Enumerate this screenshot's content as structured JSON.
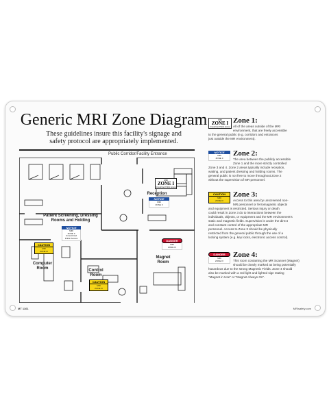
{
  "sign": {
    "title": "Generic MRI Zone Diagram",
    "subtitle_line1": "These guidelines insure this facility's signage and",
    "subtitle_line2": "safety protocol are appropriately implemented.",
    "entrance": "Public Corridor/Facility Entrance",
    "footer_code": "MT 1161",
    "footer_site": "MRIsafety.com"
  },
  "diagram": {
    "rooms": {
      "reception": "Reception",
      "patient_line1": "Patient Screening, Dressing",
      "patient_line2": "Rooms and Holding",
      "computer_line1": "Computer",
      "computer_line2": "Room",
      "control_line1": "Control",
      "control_line2": "Room",
      "magnet_line1": "Magnet",
      "magnet_line2": "Room"
    },
    "zone_sign": {
      "top": "MRI",
      "zone": "ZONE I",
      "small": "Unrestricted Public Access"
    },
    "notice_sign": {
      "header": "NOTICE",
      "line1": "MRI",
      "line2": "ZONE II",
      "small": "Unrestricted Public Access"
    },
    "caution_sign": {
      "header": "CAUTION",
      "line1": "MRI",
      "line2": "ZONE III"
    },
    "danger_sign": {
      "header": "DANGER",
      "line1": "MRI",
      "line2": "ZONE IV"
    }
  },
  "zones": [
    {
      "name": "Zone 1:",
      "desc_lines": [
        "All of the areas outside of the MRI",
        "environment, that are freely accessible",
        "to the general public (e.g. corridors and entrances",
        "just outside the MR environment)."
      ]
    },
    {
      "name": "Zone 2:",
      "desc_lines": [
        "The area between the publicly accessible",
        "Zone 1 and the more strictly controlled",
        "Zone 3 and 4.  Zone 2 areas typically include reception,",
        "waiting, and patient dressing and holding rooms. The",
        "general public is not free to move throughout Zone 2",
        "without the supervision of MR personnel."
      ]
    },
    {
      "name": "Zone 3:",
      "desc_lines": [
        "Access to this area by unscreened non-",
        "MR personnel or ferromagnetic objects",
        "and equipment is restricted. Serious injury or death",
        "could result in Zone 3 do to interactions between the",
        "individuals, objects, or equipment and the MR environment's",
        "static and magnetic fields. Supervision is under the direct",
        "and constant control of the appropriate MR",
        "personnel. Access to Zone 3 should be physically",
        "restricted from the general public through the use of a",
        "locking system (e.g. key locks, electronic access control)."
      ]
    },
    {
      "name": "Zone 4:",
      "desc_lines": [
        "This room containing the MR Scanner (Magnet)",
        "should be clearly marked as being potentially",
        "hazardous due to the strong Magnetic Fields. Zone 4 should",
        "also be marked with a red light and lighted sign stating",
        "\"Magnet in Use\" or \"Magnet Always On\"."
      ]
    }
  ]
}
